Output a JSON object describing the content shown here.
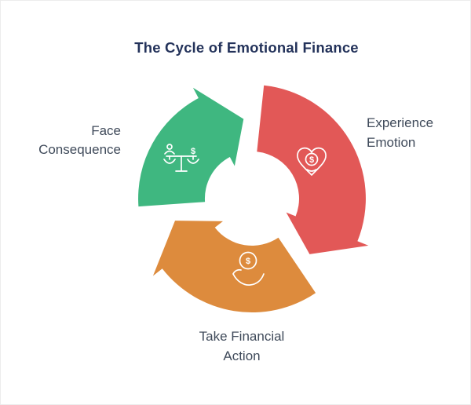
{
  "title": "The Cycle of Emotional Finance",
  "colors": {
    "background": "#ffffff",
    "border": "#ececec",
    "title_text": "#23325a",
    "label_text": "#3f4a5a",
    "red": "#e25857",
    "orange": "#dd8b3d",
    "green": "#3fb780",
    "icon_stroke": "#ffffff"
  },
  "cycle": {
    "direction": "clockwise",
    "steps": [
      {
        "id": "experience-emotion",
        "label_line1": "Experience",
        "label_line2": "Emotion",
        "color": "#e25857",
        "icon": "heart-dollar-icon",
        "position": "top-right"
      },
      {
        "id": "take-financial-action",
        "label_line1": "Take Financial",
        "label_line2": "Action",
        "color": "#dd8b3d",
        "icon": "hand-coin-icon",
        "position": "bottom"
      },
      {
        "id": "face-consequence",
        "label_line1": "Face",
        "label_line2": "Consequence",
        "color": "#3fb780",
        "icon": "balance-scale-icon",
        "position": "left"
      }
    ]
  },
  "icons": {
    "dollar": "$"
  }
}
